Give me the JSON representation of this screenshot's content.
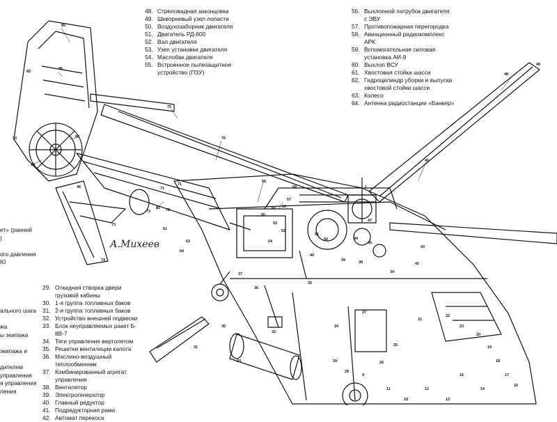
{
  "legend_top_left": [
    {
      "num": "48.",
      "text": "Стреловидная законцовка"
    },
    {
      "num": "49.",
      "text": "Шкворневый узел лопасти"
    },
    {
      "num": "50.",
      "text": "Воздухозаборник двигателя"
    },
    {
      "num": "51.",
      "text": "Двигатель РД-600"
    },
    {
      "num": "52.",
      "text": "Вал двигателя"
    },
    {
      "num": "53.",
      "text": "Узел установки двигателя"
    },
    {
      "num": "54.",
      "text": "Маслобак двигателя"
    },
    {
      "num": "55.",
      "text": "Встроенное пылезащитное"
    },
    {
      "num": "",
      "text": "устройство (ПЗУ)"
    }
  ],
  "legend_top_right": [
    {
      "num": "56.",
      "text": "Выхлопной патрубок двигателя"
    },
    {
      "num": "",
      "text": "с ЭВУ"
    },
    {
      "num": "57.",
      "text": "Противопожарная перегородка"
    },
    {
      "num": "58.",
      "text": "Авиационный радиокомплекс"
    },
    {
      "num": "",
      "text": "АРК"
    },
    {
      "num": "59.",
      "text": "Вспомогательная силовая"
    },
    {
      "num": "",
      "text": "установка АИ-9"
    },
    {
      "num": "60.",
      "text": "Выхлоп ВСУ"
    },
    {
      "num": "61.",
      "text": "Хвостовая стойка шасси"
    },
    {
      "num": "62.",
      "text": "Гидроцилиндр уборки и выпуска"
    },
    {
      "num": "",
      "text": "хвостовой стойки шасси"
    },
    {
      "num": "63.",
      "text": "Колесо"
    },
    {
      "num": "64.",
      "text": "Антенна радиостанции «Банкер»"
    }
  ],
  "legend_bottom": [
    {
      "num": "29.",
      "text": "Откидная створка двери"
    },
    {
      "num": "",
      "text": "грузовой кабины"
    },
    {
      "num": "30.",
      "text": "1-я группа топливных баков"
    },
    {
      "num": "31.",
      "text": "2-я группа топливных баков"
    },
    {
      "num": "32.",
      "text": "Устройство внешней подвески"
    },
    {
      "num": "33.",
      "text": "Блок неуправляемых ракет Б-"
    },
    {
      "num": "",
      "text": "8В-7"
    },
    {
      "num": "34.",
      "text": "Тяги управления вертолетом"
    },
    {
      "num": "35.",
      "text": "Решетки вентиляции капота"
    },
    {
      "num": "36.",
      "text": "Маслино-воздушный"
    },
    {
      "num": "",
      "text": "теплообменник"
    },
    {
      "num": "37.",
      "text": "Комбинированный агрегат"
    },
    {
      "num": "",
      "text": "управления"
    },
    {
      "num": "38.",
      "text": "Вентилятор"
    },
    {
      "num": "39.",
      "text": "Электрогенератор"
    },
    {
      "num": "40.",
      "text": "Главный редуктор"
    },
    {
      "num": "41.",
      "text": "Подредукторная рама"
    },
    {
      "num": "42.",
      "text": "Автомат перекоса"
    }
  ],
  "left_fragments": [
    "ет» (ранний",
    ")",
    "",
    "ого давления",
    "Ю",
    "",
    "",
    "",
    "",
    "",
    "ального шага",
    "",
    "жа",
    "ы экипажа",
    "",
    "экипажа и",
    "",
    "дителем",
    "управления",
    "я управления",
    "ления"
  ],
  "callouts": [
    "85",
    "86",
    "82",
    "80",
    "78",
    "74",
    "75",
    "76",
    "81",
    "46",
    "73",
    "74",
    "73",
    "72",
    "71",
    "71",
    "61",
    "63",
    "64",
    "60",
    "59",
    "57",
    "58",
    "56",
    "55",
    "53",
    "52",
    "51",
    "50",
    "54",
    "37",
    "36",
    "35",
    "44",
    "45",
    "47",
    "1",
    "46",
    "49",
    "48",
    "40",
    "39",
    "38",
    "42",
    "43",
    "34",
    "32",
    "33",
    "31",
    "30",
    "29",
    "28",
    "27",
    "26",
    "25",
    "24",
    "21",
    "22",
    "23",
    "20",
    "19",
    "18",
    "17",
    "16",
    "15",
    "14",
    "12",
    "13",
    "10",
    "11",
    "9"
  ],
  "signature": "А.Михеев"
}
